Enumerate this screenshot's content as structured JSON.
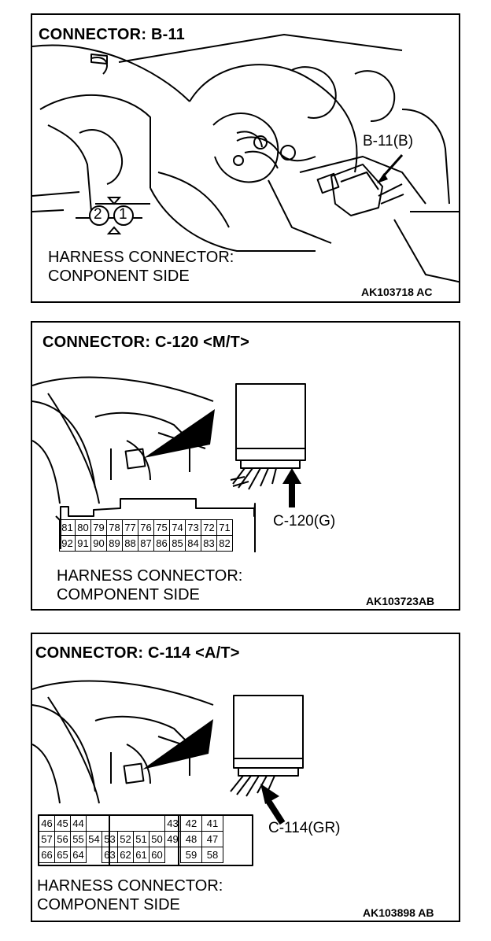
{
  "panels": [
    {
      "title": "CONNECTOR: B-11",
      "callout": "B-11(B)",
      "pin_numbers": [
        "2",
        "1"
      ],
      "harness_line1": "HARNESS CONNECTOR:",
      "harness_line2": "CONPONENT SIDE",
      "code": "AK103718 AC"
    },
    {
      "title": "CONNECTOR: C-120 <M/T>",
      "callout": "C-120(G)",
      "pins_row1": [
        "81",
        "80",
        "79",
        "78",
        "77",
        "76",
        "75",
        "74",
        "73",
        "72",
        "71"
      ],
      "pins_row2": [
        "92",
        "91",
        "90",
        "89",
        "88",
        "87",
        "86",
        "85",
        "84",
        "83",
        "82"
      ],
      "harness_line1": "HARNESS CONNECTOR:",
      "harness_line2": "COMPONENT SIDE",
      "code": "AK103723AB"
    },
    {
      "title": "CONNECTOR: C-114 <A/T>",
      "callout": "C-114(GR)",
      "pins_row1": [
        "46",
        "45",
        "44",
        "",
        "",
        "",
        "",
        "",
        "43",
        "42",
        "41"
      ],
      "pins_row2": [
        "57",
        "56",
        "55",
        "54",
        "53",
        "52",
        "51",
        "50",
        "49",
        "48",
        "47"
      ],
      "pins_row3": [
        "66",
        "65",
        "64",
        "",
        "63",
        "62",
        "61",
        "60",
        "",
        "59",
        "58"
      ],
      "harness_line1": "HARNESS CONNECTOR:",
      "harness_line2": "COMPONENT SIDE",
      "code": "AK103898 AB"
    }
  ]
}
